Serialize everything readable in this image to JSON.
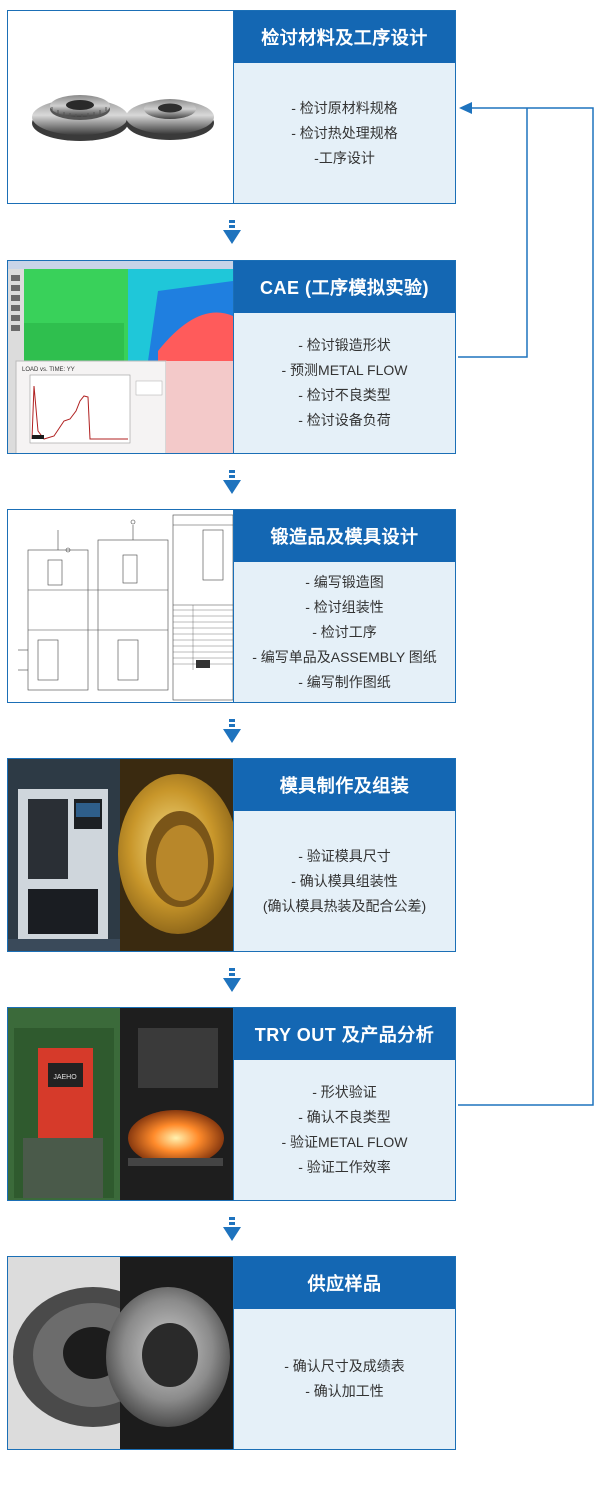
{
  "colors": {
    "header_bg": "#1467b3",
    "panel_bg": "#e5f0f8",
    "border": "#1b6fb6",
    "arrow": "#1e73be"
  },
  "steps": [
    {
      "title": "检讨材料及工序设计",
      "image": "forged-gear-blanks-render",
      "items": [
        "- 检讨原材料规格",
        "- 检讨热处理规格",
        "-工序设计"
      ]
    },
    {
      "title": "CAE (工序模拟实验)",
      "image": "cae-simulation-screenshot",
      "chart_title": "LOAD vs. TIME: YY",
      "items": [
        "- 检讨锻造形状",
        "- 预测METAL FLOW",
        "- 检讨不良类型",
        "- 检讨设备负荷"
      ]
    },
    {
      "title": "锻造品及模具设计",
      "image": "die-design-drawing",
      "items": [
        "- 编写锻造图",
        "- 检讨组装性",
        "- 检讨工序",
        "- 编写单品及ASSEMBLY 图纸",
        "- 编写制作图纸"
      ]
    },
    {
      "title": "模具制作及组装",
      "image": "cnc-machine-and-gear-die-photo",
      "items": [
        "- 验证模具尺寸",
        "- 确认模具组装性",
        "(确认模具热装及配合公差)"
      ]
    },
    {
      "title": "TRY OUT 及产品分析",
      "image": "forging-press-and-hot-workpiece-photo",
      "press_brand": "JAEHO",
      "items": [
        "- 形状验证",
        "- 确认不良类型",
        "- 验证METAL FLOW",
        "- 验证工作效率"
      ]
    },
    {
      "title": "供应样品",
      "image": "forged-gear-samples-photo",
      "items": [
        "- 确认尺寸及成绩表",
        "- 确认加工性"
      ]
    }
  ]
}
